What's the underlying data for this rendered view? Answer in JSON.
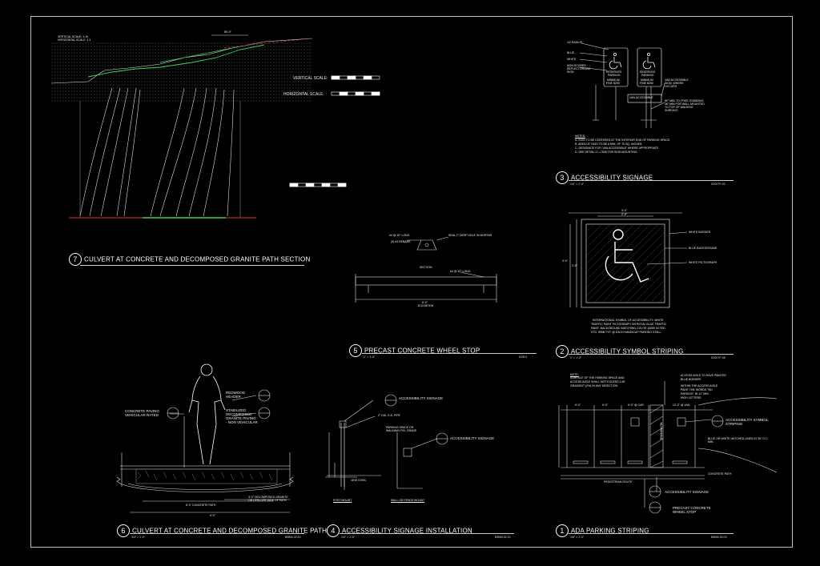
{
  "details": [
    {
      "num": "7",
      "title": "CULVERT AT CONCRETE AND DECOMPOSED GRANITE PATH SECTION",
      "scale": "",
      "ref": ""
    },
    {
      "num": "6",
      "title": "CULVERT AT CONCRETE AND DECOMPOSED GRANITE PATH",
      "scale": "3/4\" = 1'-0\"",
      "ref": "B5BM-02.4X"
    },
    {
      "num": "5",
      "title": "PRECAST CONCRETE WHEEL STOP",
      "scale": "1\" = 1'-0\"",
      "ref": "D0401"
    },
    {
      "num": "4",
      "title": "ACCESSIBILITY SIGNAGE INSTALLATION",
      "scale": "1/4\" = 1'-0\"",
      "ref": "B5BM-02.1X"
    },
    {
      "num": "3",
      "title": "ACCESSIBILITY SIGNAGE",
      "scale": "1/4\" = 1'-0\"",
      "ref": "D0207P-02"
    },
    {
      "num": "2",
      "title": "ACCESSIBILITY SYMBOL STRIPING",
      "scale": "1\" = 1'-0\"",
      "ref": "D0207P-05"
    },
    {
      "num": "1",
      "title": "ADA PARKING STRIPING",
      "scale": "1/8\" = 1'-0\"",
      "ref": "B5BM-02.0X"
    }
  ],
  "section7": {
    "vscale_label": "VERTICAL SCALE:",
    "hscale_label": "HORIZONTAL SCALE:",
    "legend1": "VERTICAL SCALE: 1:10",
    "legend2": "HORIZONTAL SCALE: 1:1",
    "dim": "80'-0\""
  },
  "section6": {
    "redwood": "REDWOOD HEADER",
    "concrete": "CONCRETE PAVING VEHICULAR RATED",
    "stabilized": "STABILIZED DECOMPOSED GRANITE PAVING - NON VEHICULAR",
    "dim1": "6'-0\" CONCRETE PATH",
    "dim2": "3'-0\" DECOMPOSED GRANITE OR UPSLOPE SIDE OF PATH",
    "dim3": "9'-0\"",
    "tag1": "5",
    "tag2": "4",
    "tag3": "2"
  },
  "wheelstop": {
    "rebar": "#4 @ 30\" LONG",
    "hole": "SEAL 2\" DEEP HOLE IN MORTAR",
    "bars": "(3) #3 REBARS",
    "section": "SECTION",
    "elev": "ELEVATION",
    "rebar2": "#4 @ 30\" LONG",
    "len": "6'-0\""
  },
  "installation": {
    "sign1": "ACCESSIBILITY SIGNAGE",
    "pipe": "2\" DIA. G.S. PIPE",
    "parking": "PARKING SPACE OR WALKWAY FIN. GRADE",
    "sign2": "ACCESSIBILITY SIGNAGE",
    "conc": "18\"Ø CONC.",
    "post": "POST MOUNT",
    "wall": "WALL OR FENCE MOUNT"
  },
  "signage": {
    "labels": [
      "1/2 RADIUS",
      "BLUE",
      "WHITE",
      "NON-SCORED REFLECTORIZED SIGN"
    ],
    "sign1": [
      "RESERVED",
      "PARKING",
      "MINIMUM",
      "FINE $250"
    ],
    "sign2": [
      "RESERVED",
      "PARKING",
      "MINIMUM",
      "FINE $250"
    ],
    "van": "VAN ACCESSIBLE",
    "van_note": "VAN ACCESSIBLE SIGN, WHERE OCCURS",
    "mount_note": "80\" MIN. TO FREE STANDING, 36\" MIN FOR WALL MOUNTED TO TOP OF WALKING SURFACE",
    "notes_title": "NOTES:",
    "notes": [
      "A. SIGN TO BE CENTERED AT THE INTERIOR END OF PARKING SPACE.",
      "B. AREA OF SIGN TO BE A MIN. OF 70 SQ. INCHES.",
      "C. DESIGNATE FOR 'VAN ACCESSIBLE' WHERE APPROPRIATE.",
      "D. SEE DETAIL 4 L-C505 FOR SIGN MOUNTING."
    ]
  },
  "symbol": {
    "border": "WHITE BORDER",
    "bg": "BLUE BACKGROUND",
    "picto": "WHITE PICTOGRAPH",
    "caption": [
      "INTERNATIONAL SYMBOL OF ACCESSIBILITY. WHITE",
      "TRAFFIC PAINT PICTOGRAPH ON ROYAL BLUE TRAFFIC",
      "PAINT. BACKGROUND MATCHING COLOR 15090 IN FED.",
      "STD. 595B TYP. @ EACH HANDICAP PARKING STALL."
    ],
    "d1": "3'-0\"",
    "d2": "2'-9\"",
    "d3": "3'-0\"",
    "d4": "2'-9\""
  },
  "ada": {
    "note_title": "NOTE:",
    "note": [
      "SURFACE OF THE PARKING SPACE AND",
      "ACCESS AISLE SHALL NOT EXCEED 1:50",
      "GRADIENT (2%) IN ANY DIRECTION."
    ],
    "aisle": [
      "ACCESS AISLE TO HAVE PAINTED",
      "BLUE BORDER"
    ],
    "within": [
      "WITHIN THE ACCESS AISLE",
      "PAINT THE WORDS \"NO",
      "PARKING\" IN 12\" MIN.",
      "HIGH LETTERS"
    ],
    "sym": "ACCESSIBILITY SYMBOL STRIPING",
    "lines": "BLUE OR WHITE HATCHED LINES AT 36\" O.C. MIN.",
    "path": "CONCRETE PATH",
    "route": "PEDESTRIAN ROUTE",
    "signage": "ACCESSIBILITY SIGNAGE",
    "stop": "PRECAST CONCRETE WHEEL STOP",
    "dims": [
      "9'-0\"",
      "9'-0\"",
      "9'-0\" @ CAR",
      "12'-0\" @ VAN"
    ],
    "tag_sym": "2",
    "tag_sign": "3",
    "tag_stop": "5"
  }
}
